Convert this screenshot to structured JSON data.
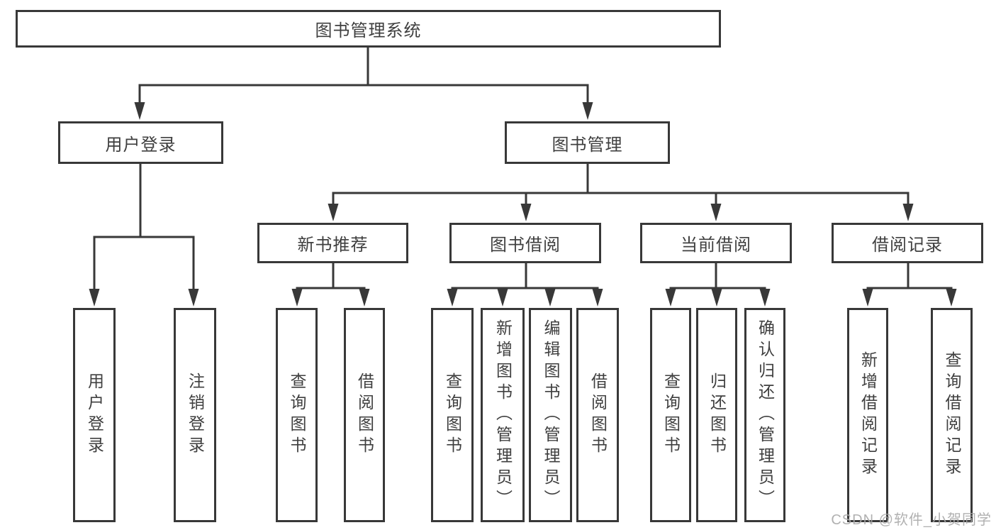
{
  "diagram": {
    "root": {
      "label": "图书管理系统"
    },
    "level2": [
      {
        "label": "用户登录"
      },
      {
        "label": "图书管理"
      }
    ],
    "level3": [
      {
        "label": "新书推荐",
        "parent": "图书管理"
      },
      {
        "label": "图书借阅",
        "parent": "图书管理"
      },
      {
        "label": "当前借阅",
        "parent": "图书管理"
      },
      {
        "label": "借阅记录",
        "parent": "图书管理"
      }
    ],
    "leaves": [
      {
        "label": "用户登录",
        "parent": "用户登录"
      },
      {
        "label": "注销登录",
        "parent": "用户登录"
      },
      {
        "label": "查询图书",
        "parent": "新书推荐"
      },
      {
        "label": "借阅图书",
        "parent": "新书推荐"
      },
      {
        "label": "查询图书",
        "parent": "图书借阅"
      },
      {
        "label": "新增图书（管理员）",
        "parent": "图书借阅"
      },
      {
        "label": "编辑图书（管理员）",
        "parent": "图书借阅"
      },
      {
        "label": "借阅图书",
        "parent": "图书借阅"
      },
      {
        "label": "查询图书",
        "parent": "当前借阅"
      },
      {
        "label": "归还图书",
        "parent": "当前借阅"
      },
      {
        "label": "确认归还（管理员）",
        "parent": "当前借阅"
      },
      {
        "label": "新增借阅记录",
        "parent": "借阅记录"
      },
      {
        "label": "查询借阅记录",
        "parent": "借阅记录"
      }
    ]
  },
  "watermark": {
    "text": "CSDN @软件_小贺同学"
  },
  "colors": {
    "line": "#383838",
    "box_border": "#383838",
    "box_background": "#ffffff",
    "text": "#3f3f3f",
    "watermark": "#a9a9a9"
  }
}
